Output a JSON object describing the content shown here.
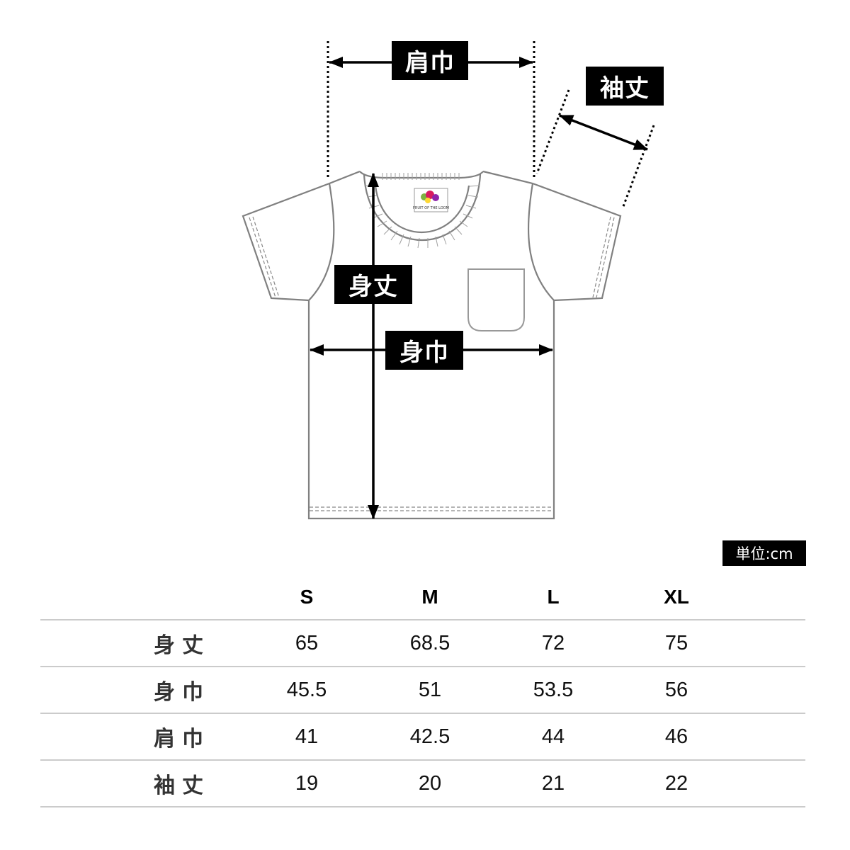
{
  "diagram": {
    "labels": {
      "shoulder_width": "肩巾",
      "sleeve_length": "袖丈",
      "body_length": "身丈",
      "body_width": "身巾"
    },
    "brand_tag": "FRUIT OF THE LOOM",
    "colors": {
      "outline": "#808080",
      "arrow": "#000000",
      "label_bg": "#000000",
      "label_text": "#ffffff"
    }
  },
  "unit_badge": "単位:cm",
  "table": {
    "columns": [
      "S",
      "M",
      "L",
      "XL"
    ],
    "rows": [
      {
        "label": "身丈",
        "values": [
          "65",
          "68.5",
          "72",
          "75"
        ]
      },
      {
        "label": "身巾",
        "values": [
          "45.5",
          "51",
          "53.5",
          "56"
        ]
      },
      {
        "label": "肩巾",
        "values": [
          "41",
          "42.5",
          "44",
          "46"
        ]
      },
      {
        "label": "袖丈",
        "values": [
          "19",
          "20",
          "21",
          "22"
        ]
      }
    ]
  }
}
